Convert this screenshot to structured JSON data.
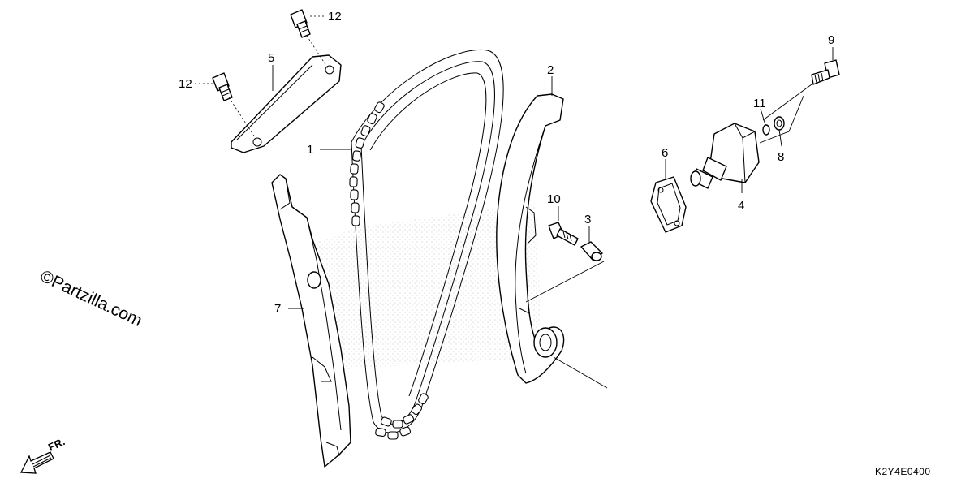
{
  "callouts": {
    "c1": "1",
    "c2": "2",
    "c3": "3",
    "c4": "4",
    "c5": "5",
    "c6": "6",
    "c7": "7",
    "c8": "8",
    "c9": "9",
    "c10": "10",
    "c11": "11",
    "c12a": "12",
    "c12b": "12"
  },
  "watermark": "©Partzilla.com",
  "diagram_code": "K2Y4E0400",
  "direction": {
    "label": "FR.",
    "icon": "front-direction-arrow-icon"
  }
}
